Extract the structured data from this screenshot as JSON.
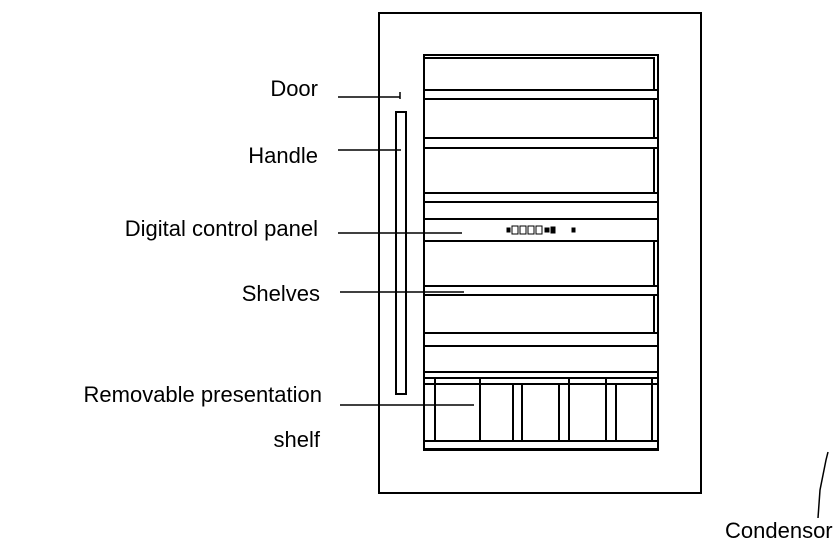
{
  "labels": {
    "door": "Door",
    "handle": "Handle",
    "control_panel": "Digital control panel",
    "shelves": "Shelves",
    "presentation_shelf_line1": "Removable presentation",
    "presentation_shelf_line2": "shelf",
    "condensor": "Condensor"
  },
  "colors": {
    "line": "#000000",
    "background": "#ffffff"
  }
}
